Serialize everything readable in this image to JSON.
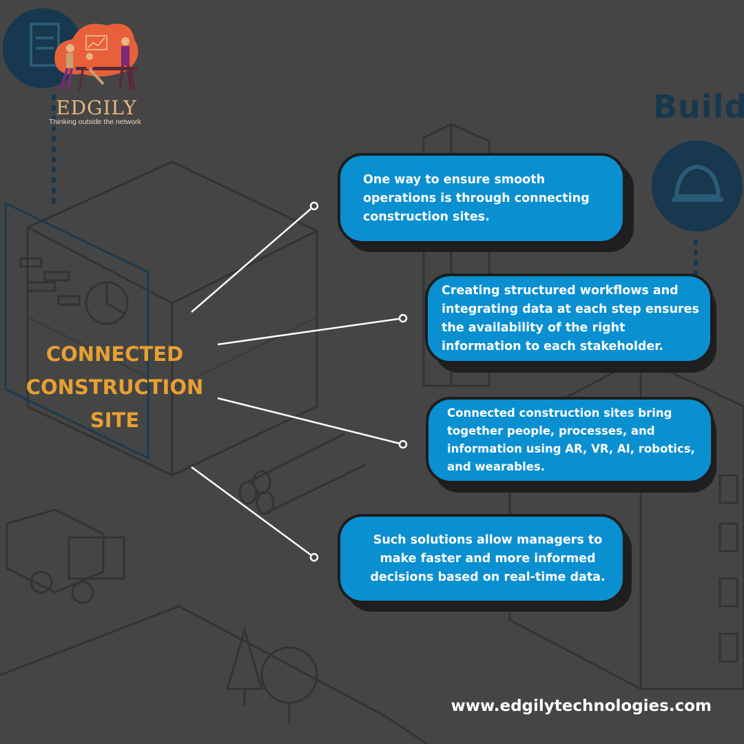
{
  "brand": {
    "name": "EDGILY",
    "tagline": "Thinking outside the network",
    "logo_icon": "team-working-illustration-icon"
  },
  "background": {
    "partial_heading": "Build",
    "icons": [
      "clipboard-icon",
      "hard-hat-icon"
    ]
  },
  "headline": {
    "lines": [
      "CONNECTED",
      "CONSTRUCTION",
      "SITE"
    ]
  },
  "cards": [
    {
      "text": "One way to ensure smooth operations is through connecting construction sites."
    },
    {
      "text": "Creating structured workflows and integrating data at each step ensures the availability of the right information to each stakeholder."
    },
    {
      "text": "Connected construction sites bring together people, processes, and information using AR, VR, AI, robotics, and wearables."
    },
    {
      "text": "Such solutions allow managers to make faster and more informed decisions based on real-time data."
    }
  ],
  "footer": {
    "url": "www.edgilytechnologies.com"
  },
  "colors": {
    "background": "#454545",
    "card_blue": "#0a8fd1",
    "headline_orange": "#e7a033",
    "logo_orange": "#e8603a",
    "icon_circle": "#17384e"
  }
}
